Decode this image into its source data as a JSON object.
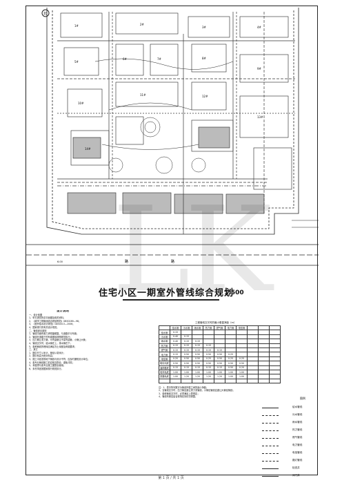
{
  "plan": {
    "north_label": "北",
    "road_label": "路",
    "road_code": "6.00",
    "building_labels": [
      "1#",
      "2#",
      "3#",
      "4#",
      "5#",
      "6#",
      "7#",
      "8#",
      "9#",
      "10#",
      "11#",
      "12#",
      "13#",
      "14#"
    ]
  },
  "title": "住宅小区一期室外管线综合规划",
  "scale": "1:500",
  "notes": {
    "heading": "设计说明",
    "lines": [
      "一、设计依据",
      "1、甲方提供的总平面图及相关资料；",
      "2、《城市工程管线综合规划规范》GB50289—98；",
      "3、《室外给水设计规范》GB50013—2006；",
      "4、国家现行的有关设计规范。",
      "二、管线综合原则",
      "1、管线平面布置力求短捷顺直，与道路平行布置；",
      "2、管线在道路下的布置顺序按照规范执行；",
      "3、压力管让重力管，可弯曲管让不易弯曲管，小管让大管；",
      "4、管线交叉时，给水管在上，排水管在下；",
      "5、各种管线的埋深应满足冻土深度及荷载要求；",
      "三、其它",
      "1、图中尺寸以米计，管径以毫米计；",
      "2、图中标高为绝对标高；",
      "3、施工中如发现地下管线与设计不符，应及时通知设计单位；",
      "4、各专业管线施工前应相互配合，避免冲突；",
      "5、本图须与各专业施工图配合使用；",
      "6、未尽事宜按国家现行规范执行。"
    ]
  },
  "table": {
    "title": "工程管线交叉时的最小垂直净距（m）",
    "rows": [
      [
        "",
        "给水管",
        "污水管",
        "雨水管",
        "热力管",
        "燃气管",
        "电力管",
        "电信管",
        "",
        "",
        ""
      ],
      [
        "给水管",
        "0.15",
        "",
        "",
        "",
        "",
        "",
        "",
        "",
        "",
        ""
      ],
      [
        "污水管",
        "0.40",
        "0.15",
        "",
        "",
        "",
        "",
        "",
        "",
        "",
        ""
      ],
      [
        "雨水管",
        "0.40",
        "0.15",
        "0.15",
        "",
        "",
        "",
        "",
        "",
        "",
        ""
      ],
      [
        "热力管",
        "0.15",
        "0.15",
        "0.15",
        "0.15",
        "",
        "",
        "",
        "",
        "",
        ""
      ],
      [
        "燃气管",
        "0.15",
        "0.15",
        "0.15",
        "0.15",
        "0.15",
        "",
        "",
        "",
        "",
        ""
      ],
      [
        "电力管",
        "0.15",
        "0.50",
        "0.50",
        "0.50",
        "0.50",
        "0.25",
        "",
        "",
        "",
        ""
      ],
      [
        "电信管",
        "0.20",
        "0.50",
        "0.50",
        "0.25",
        "0.50",
        "0.25",
        "0.25",
        "",
        "",
        ""
      ],
      [
        "明沟沟底",
        "0.50",
        "0.50",
        "0.50",
        "0.50",
        "0.50",
        "0.50",
        "0.50",
        "",
        "",
        ""
      ],
      [
        "涵洞基底",
        "0.15",
        "0.15",
        "0.15",
        "0.15",
        "0.15",
        "0.50",
        "0.20",
        "",
        "",
        ""
      ],
      [
        "电车轨底",
        "1.00",
        "1.00",
        "1.00",
        "1.00",
        "1.00",
        "1.00",
        "1.00",
        "",
        "",
        ""
      ],
      [
        "铁路轨底",
        "1.00",
        "1.20",
        "1.20",
        "1.20",
        "1.20",
        "1.00",
        "1.00",
        "",
        "",
        ""
      ],
      [
        "",
        "",
        "",
        "",
        "",
        "",
        "",
        "",
        "",
        "",
        ""
      ]
    ]
  },
  "table_notes": [
    "注：1、表中所列数字为管线外壁之间的最小净距；",
    "2、当管线交叉时，压力管应避让重力流管线，小管径管线应避让大管径管线；",
    "3、各种管线交叉时，必须满足上表规定；",
    "4、管线布置应结合现场实际情况调整。"
  ],
  "legend": {
    "title": "图例",
    "items": [
      {
        "label": "给水管线",
        "color": "#222",
        "dash": "none"
      },
      {
        "label": "污水管线",
        "color": "#222",
        "dash": "4,2"
      },
      {
        "label": "雨水管线",
        "color": "#222",
        "dash": "6,2,1,2"
      },
      {
        "label": "热力管线",
        "color": "#222",
        "dash": "2,2"
      },
      {
        "label": "燃气管线",
        "color": "#222",
        "dash": "8,2"
      },
      {
        "label": "电力管线",
        "color": "#222",
        "dash": "3,1"
      },
      {
        "label": "电信管线",
        "color": "#222",
        "dash": "1,1"
      },
      {
        "label": "路灯管线",
        "color": "#222",
        "dash": "5,3"
      },
      {
        "label": "检查井",
        "color": "#222",
        "dash": "none"
      },
      {
        "label": "阀门井",
        "color": "#222",
        "dash": "none"
      }
    ]
  },
  "watermark": "LK",
  "footer": "第 1 页 / 共 1 页"
}
